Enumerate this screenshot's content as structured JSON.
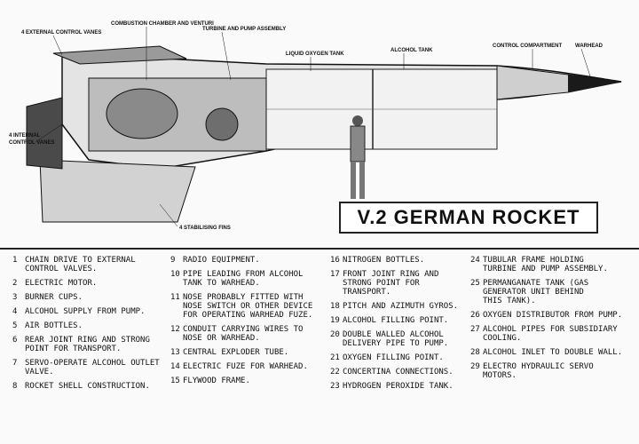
{
  "title": "V.2 GERMAN ROCKET",
  "labels": {
    "external_vanes": "4 EXTERNAL CONTROL VANES",
    "combustion": "COMBUSTION CHAMBER AND VENTURI",
    "turbine": "TURBINE AND PUMP ASSEMBLY",
    "oxygen_tank": "LIQUID OXYGEN TANK",
    "alcohol_tank": "ALCOHOL TANK",
    "control_compartment": "CONTROL COMPARTMENT",
    "warhead": "WARHEAD",
    "internal_vanes_1": "4 INTERNAL",
    "internal_vanes_2": "CONTROL VANES",
    "fins": "4 STABILISING FINS"
  },
  "legend": [
    {
      "n": "1",
      "t": "CHAIN DRIVE TO EXTERNAL\nCONTROL VALVES."
    },
    {
      "n": "2",
      "t": "ELECTRIC MOTOR."
    },
    {
      "n": "3",
      "t": "BURNER CUPS."
    },
    {
      "n": "4",
      "t": "ALCOHOL SUPPLY FROM PUMP."
    },
    {
      "n": "5",
      "t": "AIR BOTTLES."
    },
    {
      "n": "6",
      "t": "REAR JOINT RING AND STRONG\nPOINT FOR TRANSPORT."
    },
    {
      "n": "7",
      "t": "SERVO-OPERATE ALCOHOL OUTLET\nVALVE."
    },
    {
      "n": "8",
      "t": "ROCKET SHELL CONSTRUCTION."
    },
    {
      "n": "9",
      "t": "RADIO EQUIPMENT."
    },
    {
      "n": "10",
      "t": "PIPE LEADING FROM ALCOHOL\nTANK TO WARHEAD."
    },
    {
      "n": "11",
      "t": "NOSE PROBABLY FITTED WITH\nNOSE SWITCH OR OTHER DEVICE\nFOR OPERATING WARHEAD FUZE."
    },
    {
      "n": "12",
      "t": "CONDUIT CARRYING WIRES TO\nNOSE OR WARHEAD."
    },
    {
      "n": "13",
      "t": "CENTRAL EXPLODER TUBE."
    },
    {
      "n": "14",
      "t": "ELECTRIC FUZE FOR WARHEAD."
    },
    {
      "n": "15",
      "t": "FLYWOOD FRAME."
    },
    {
      "n": "16",
      "t": "NITROGEN BOTTLES."
    },
    {
      "n": "17",
      "t": "FRONT JOINT RING AND\nSTRONG POINT FOR\nTRANSPORT."
    },
    {
      "n": "18",
      "t": "PITCH AND AZIMUTH GYROS."
    },
    {
      "n": "19",
      "t": "ALCOHOL FILLING POINT."
    },
    {
      "n": "20",
      "t": "DOUBLE WALLED ALCOHOL\nDELIVERY PIPE TO PUMP."
    },
    {
      "n": "21",
      "t": "OXYGEN FILLING POINT."
    },
    {
      "n": "22",
      "t": "CONCERTINA CONNECTIONS."
    },
    {
      "n": "23",
      "t": "HYDROGEN PEROXIDE TANK."
    },
    {
      "n": "24",
      "t": "TUBULAR FRAME HOLDING\nTURBINE AND PUMP ASSEMBLY."
    },
    {
      "n": "25",
      "t": "PERMANGANATE TANK (GAS\nGENERATOR UNIT BEHIND\nTHIS TANK)."
    },
    {
      "n": "26",
      "t": "OXYGEN DISTRIBUTOR FROM PUMP."
    },
    {
      "n": "27",
      "t": "ALCOHOL PIPES FOR SUBSIDIARY\nCOOLING."
    },
    {
      "n": "28",
      "t": "ALCOHOL INLET TO DOUBLE WALL."
    },
    {
      "n": "29",
      "t": "ELECTRO HYDRAULIC SERVO\nMOTORS."
    }
  ]
}
